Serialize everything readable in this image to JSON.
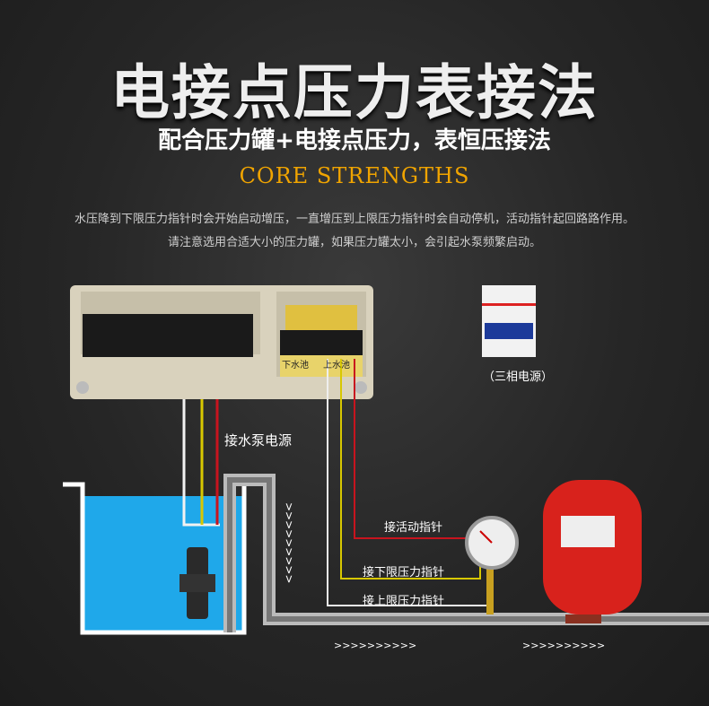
{
  "title": "电接点压力表接法",
  "subtitle": "配合压力罐+电接点压力，表恒压接法",
  "tagline": "CORE STRENGTHS",
  "description": [
    "水压降到下限压力指针时会开始启动增压，一直增压到上限压力指针时会自动停机，活动指针起回路路作用。",
    "请注意选用合适大小的压力罐，如果压力罐太小，会引起水泵频繁启动。"
  ],
  "diagram": {
    "breaker_label": "（三相电源）",
    "lower_pool": "下水池",
    "upper_pool": "上水池",
    "pump_power": "接水泵电源",
    "movable_pointer": "接活动指针",
    "lower_limit": "接下限压力指针",
    "upper_limit": "接上限压力指针",
    "flow_arrows": ">>>>>>>>>>",
    "colors": {
      "accent": "#f0a400",
      "water": "#1fa8ea",
      "tank": "#d8221c",
      "wire_red": "#c8141e",
      "wire_yellow": "#d8c800"
    }
  }
}
